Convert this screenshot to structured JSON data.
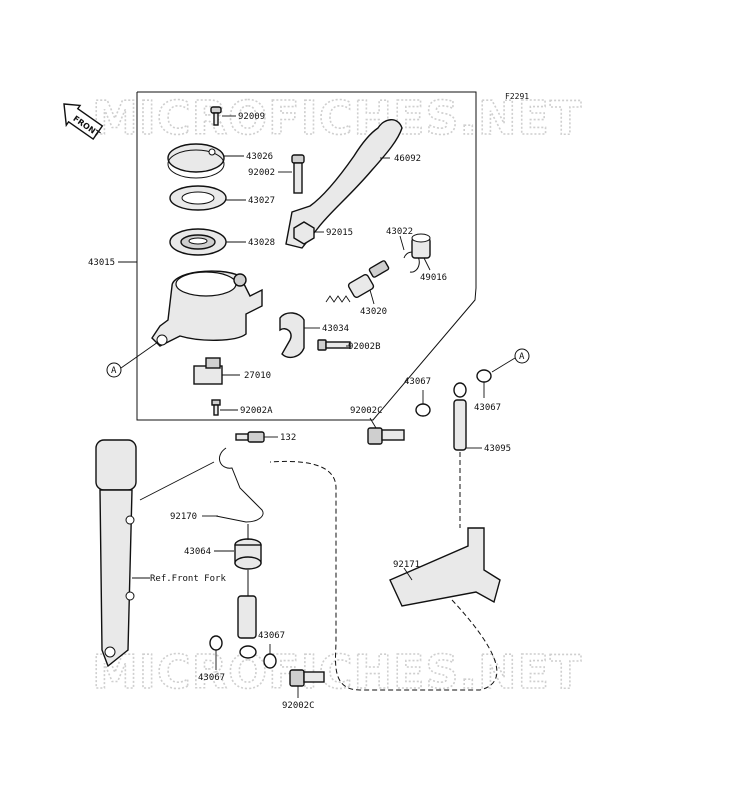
{
  "diagram_code": "F2291",
  "watermark": "MICROFICHES.NET",
  "front_tag": "FRONT",
  "callout_a": "A",
  "ref_note": "Ref.Front Fork",
  "labels": {
    "p92009": "92009",
    "p43026": "43026",
    "p92002": "92002",
    "p46092": "46092",
    "p43027": "43027",
    "p43028": "43028",
    "p43022": "43022",
    "p43015": "43015",
    "p92015": "92015",
    "p49016": "49016",
    "p43020": "43020",
    "p43034": "43034",
    "p92002B": "92002B",
    "p27010": "27010",
    "p92002A": "92002A",
    "p43067_a": "43067",
    "p43067_b": "43067",
    "p92002C_a": "92002C",
    "p132": "132",
    "p43095": "43095",
    "p92170": "92170",
    "p43064": "43064",
    "p92171": "92171",
    "p43067_c": "43067",
    "p43067_d": "43067",
    "p92002C_b": "92002C"
  }
}
